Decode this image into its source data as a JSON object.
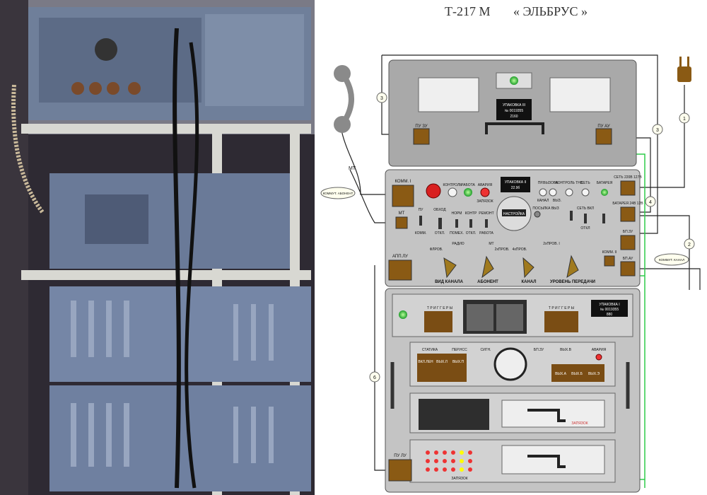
{
  "title": {
    "model": "Т-217 М",
    "name": "« ЭЛЬБРУС »"
  },
  "top_unit": {
    "plate": [
      "УПАКОВКА III",
      "№ 0019355",
      "2160"
    ],
    "left_port": "ПУ ЗУ",
    "right_port": "ПУ АУ"
  },
  "mid_unit": {
    "plate": [
      "УПАКОВКА II",
      "22.9б"
    ],
    "lamps": [
      "КОНТРОЛЬ",
      "РАБОТА",
      "АВАРИЯ",
      "ЗАПЯЗОК"
    ],
    "port_left": "КОММ. I",
    "port_mt": "МТ",
    "port_ap": "АПП.ЛУ",
    "right_ports": [
      "СЕТЬ 220В 127В",
      "БАТАРЕЯ 24В 12В",
      "БП.ЗУ",
      "КОММ. II",
      "БП.АУ"
    ],
    "switches": [
      "ПУ",
      "ОБХОД",
      "НОРМ",
      "КОНТР",
      "РЕМОНТ"
    ],
    "switch_sub": [
      "КОММ.",
      "ОТКЛ.",
      "ПОМЕХ.",
      "ОТКЛ.",
      "РАБОТА"
    ],
    "right_labels": [
      "ПР.ВЫЗОВА",
      "КОНТРОЛЬ ТНВ",
      "СЕТЬ",
      "БАТАРЕЯ",
      "КАНАЛ",
      "ВЫЗ.",
      "ПОСЫЛКА ВЫЗ",
      "СЕТЬ ВКЛ",
      "ОТКЛ"
    ],
    "bottom_labels": [
      "ФЛРОВ.",
      "РАДИО",
      "МТ",
      "2хПРОВ.",
      "4хПРОВ.",
      "2хПРОВ. I"
    ],
    "knobs": [
      "ВИД КАНАЛА",
      "АБОНЕНТ",
      "КАНАЛ",
      "УРОВЕНЬ ПЕРЕДАЧИ"
    ],
    "meter": "НАСТРОЙКА"
  },
  "lower_unit": {
    "plate": [
      "УПАКОВКА I",
      "№ 0019355",
      "880"
    ],
    "trigger_labels": [
      "Т Р И Г Г Е Р Ы",
      "Т Р И Г Г Е Р Ы"
    ],
    "block2_labels": [
      "СТАТИКА",
      "ПЕР.НСС",
      "СИГН.",
      "БП.ЗУ",
      "ВКЛ.ЛЕН",
      "ВЫХ.Л",
      "ВЫХ.П",
      "ВЫХ.А",
      "ВЫХ.Б",
      "ВЫХ.Э",
      "ВЫХ.В",
      "АВАРИЯ"
    ],
    "block3_label": "ЗАПЯЗОК",
    "bottom_label": "ЗАПЯЗОК",
    "port_bottom": "ПУ ЛУ"
  },
  "callouts": {
    "phone": "МТ",
    "komm1": "КОММУТ. АБОНЕНТ",
    "komm2": "КОММУТ. КАНАЛ",
    "numbers": [
      "1",
      "2",
      "3",
      "3",
      "4",
      "6"
    ]
  }
}
